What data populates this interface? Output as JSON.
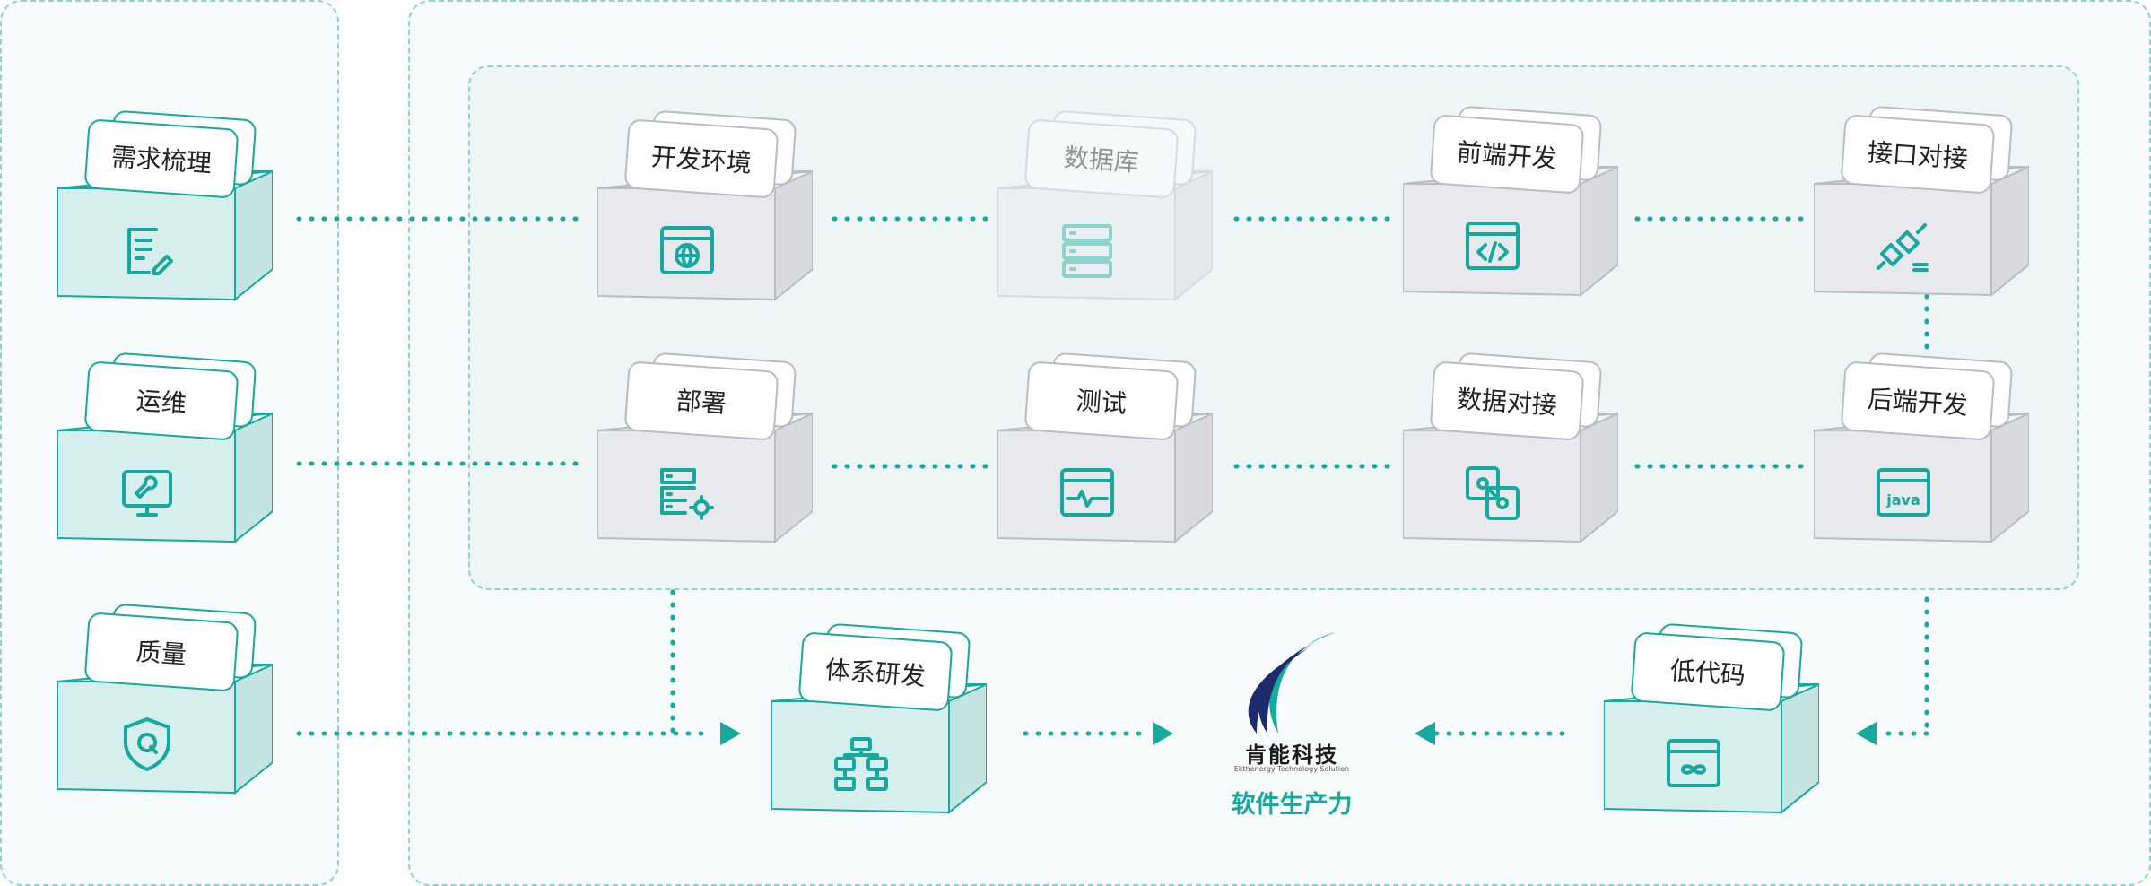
{
  "colors": {
    "accent": "#17a8a0",
    "panel_border": "#8fd3d0",
    "teal_face": "#d7efec",
    "gray_face": "#e8e9ed"
  },
  "blocks": {
    "requirements": {
      "label": "需求梳理",
      "icon": "document-edit-icon"
    },
    "operations": {
      "label": "运维",
      "icon": "monitor-wrench-icon"
    },
    "quality": {
      "label": "质量",
      "icon": "shield-q-icon"
    },
    "dev_env": {
      "label": "开发环境",
      "icon": "browser-globe-icon"
    },
    "database": {
      "label": "数据库",
      "icon": "server-stack-icon"
    },
    "frontend": {
      "label": "前端开发",
      "icon": "code-window-icon"
    },
    "api": {
      "label": "接口对接",
      "icon": "plug-connector-icon"
    },
    "deploy": {
      "label": "部署",
      "icon": "server-gear-icon"
    },
    "testing": {
      "label": "测试",
      "icon": "waveform-window-icon"
    },
    "data_integration": {
      "label": "数据对接",
      "icon": "linked-squares-icon"
    },
    "backend": {
      "label": "后端开发",
      "icon": "java-window-icon"
    },
    "system_dev": {
      "label": "体系研发",
      "icon": "org-chart-icon"
    },
    "low_code": {
      "label": "低代码",
      "icon": "infinity-window-icon"
    }
  },
  "logo": {
    "name": "肯能科技",
    "subtitle": "Ekthenergy Technology Solution"
  },
  "caption": "软件生产力"
}
